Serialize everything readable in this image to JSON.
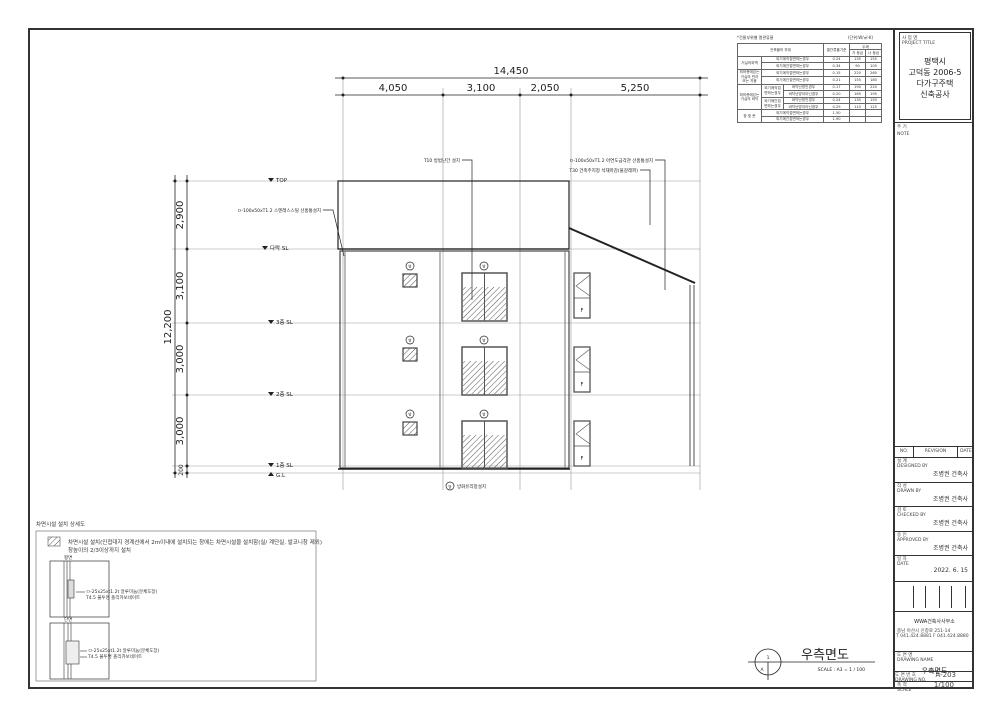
{
  "thermal_table": {
    "caption": "*건물부위별 열관류율",
    "unit": "(단위:W/㎡·K)",
    "headers": {
      "part": "건축물의 부위",
      "u_value": "열관류율기준",
      "thickness": "두께",
      "grade_ga": "가 등급",
      "grade_na": "나 등급"
    },
    "rows": [
      {
        "group": "거실의외벽",
        "sub": "",
        "cond": "외기에직접면하는경우",
        "u": "0.24",
        "ga": "135",
        "na": "155"
      },
      {
        "group": "",
        "sub": "",
        "cond": "외기에간접면하는경우",
        "u": "0.34",
        "ga": "90",
        "na": "105"
      },
      {
        "group": "최하층에있는 거실의 반자 또는 지붕",
        "sub": "",
        "cond": "외기에직접면하는경우",
        "u": "0.15",
        "ga": "220",
        "na": "260"
      },
      {
        "group": "",
        "sub": "",
        "cond": "외기에간접면하는경우",
        "u": "0.21",
        "ga": "155",
        "na": "180"
      },
      {
        "group": "최하층에있는 거실의 바닥",
        "sub": "외기에직접 면하는경우",
        "cond": "바닥난방인경우",
        "u": "0.17",
        "ga": "190",
        "na": "220"
      },
      {
        "group": "",
        "sub": "",
        "cond": "바닥난방이아닌경우",
        "u": "0.20",
        "ga": "165",
        "na": "195"
      },
      {
        "group": "",
        "sub": "외기에간접 면하는경우",
        "cond": "바닥난방인경우",
        "u": "0.24",
        "ga": "135",
        "na": "150"
      },
      {
        "group": "",
        "sub": "",
        "cond": "바닥난방이아닌경우",
        "u": "0.29",
        "ga": "110",
        "na": "125"
      },
      {
        "group": "창 및 문",
        "sub": "",
        "cond": "외기에직접면하는경우",
        "u": "1.50",
        "ga": "",
        "na": ""
      },
      {
        "group": "",
        "sub": "",
        "cond": "외기에간접면하는경우",
        "u": "1.90",
        "ga": "",
        "na": ""
      }
    ]
  },
  "dimensions": {
    "total_width": "14,450",
    "widths": [
      "4,050",
      "3,100",
      "2,050",
      "5,250"
    ],
    "total_height": "12,200",
    "heights": [
      "2,900",
      "3,100",
      "3,000",
      "3,000",
      "200"
    ]
  },
  "levels": [
    "TOP",
    "다락 SL",
    "3층 SL",
    "2층 SL",
    "1층 SL",
    "G.L"
  ],
  "annotations": {
    "railing": "T10 방범난간 설치",
    "gutter_right": "ㅁ-100x50xT1.2 아연도금각관 선홈통설치",
    "roof_finish": "T30 건축주지정 석재마감(물갈레퍼)",
    "gutter_left": "ㅁ-100x50xT1.2 스텐레스스틸 선홈통설치",
    "window_tag": "방",
    "fire_window": "방화유리창설치",
    "window_mark": "F"
  },
  "detail": {
    "title": "차면시설 설치 상세도",
    "legend": "차면시설 설치(인접대지 경계선에서 2m이내에 설치되는 창에는 차면시설을 설치함(실/ 계단실, 발코니창 제외)",
    "legend2": "창높이의 2/3이상까지 설치",
    "plan_label": "평면",
    "section_label": "단면",
    "spec1": "ㅁ-25x25xt1.2t 알루미늄(분체도장)",
    "spec2": "T4.5 불투명 폴리카보네이트"
  },
  "drawing_title": {
    "number": "1",
    "sheet": "A",
    "name": "우측면도",
    "scale": "SCALE : A3 = 1 / 100"
  },
  "title_block": {
    "project_label_kr": "사 업 명",
    "project_label": "PROJECT TITLE",
    "project_lines": [
      "평택시",
      "고덕동 2006-5",
      "다가구주택",
      "신축공사"
    ],
    "note_label_kr": "주 기",
    "note_label": "NOTE",
    "revision_headers": [
      "NO.",
      "REVISION",
      "DATE"
    ],
    "designed_label": "DESIGNED BY",
    "designed_kr": "설 계",
    "designed": "조병권 건축사",
    "drawn_label": "DRAWN BY",
    "drawn_kr": "작 성",
    "drawn": "조병권 건축사",
    "checked_label": "CHECKED BY",
    "checked_kr": "검 토",
    "checked": "조병권 건축사",
    "approved_label": "APPROVED BY",
    "approved_kr": "승 인",
    "approved": "조병권 건축사",
    "date_label": "DATE",
    "date_kr": "일 자",
    "date": "2022. 6. 15",
    "firm": "WWA건축사사무소",
    "address": "충남 아산시 신창로 251-14",
    "phone": "T 041.424.8881 F 041.424.8880",
    "drawing_name_label": "DRAWING NAME",
    "drawing_name_kr": "도 면 명",
    "drawing_name": "우측면도",
    "scale_label": "SCALE",
    "scale_kr": "축 척",
    "scale": "1/100",
    "drawing_no_label": "DRAWING NO.",
    "drawing_no_kr": "도 면 번 호",
    "drawing_no": "A-203"
  }
}
